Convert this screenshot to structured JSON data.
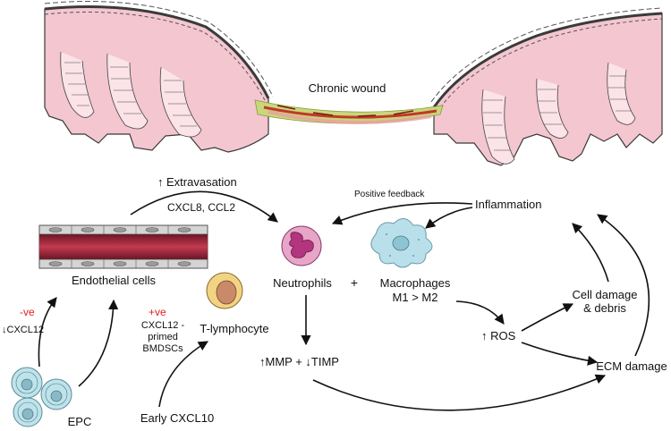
{
  "diagram": {
    "wound_label": "Chronic wound",
    "extravasation": {
      "arrow": "↑",
      "text": "Extravasation"
    },
    "chemokines": "CXCL8, CCL2",
    "positive_feedback": "Positive feedback",
    "inflammation": "Inflammation",
    "endothelial": "Endothelial cells",
    "neutrophils": "Neutrophils",
    "plus": "+",
    "macrophages": "Macrophages",
    "macrophage_ratio": "M1 > M2",
    "neg_mark": "-ve",
    "cxcl12_down": "↓CXCL12",
    "pos_mark": "+ve",
    "primed_line1": "CXCL12 -",
    "primed_line2": "primed",
    "primed_line3": "BMDSCs",
    "t_lymphocyte": "T-lymphocyte",
    "mmp_timp": "↑MMP + ↓TIMP",
    "ros": "↑ ROS",
    "cell_damage_line1": "Cell damage",
    "cell_damage_line2": "& debris",
    "ecm_damage": "ECM damage",
    "epc": "EPC",
    "early_cxcl10": "Early CXCL10"
  },
  "colors": {
    "skin_pink": "#f3c6d0",
    "epidermis_outline": "#3a3a3a",
    "wound_green": "#c8d77a",
    "wound_red": "#c0392b",
    "vessel_red": "#a8283c",
    "vessel_wall": "#c9c9c9",
    "negative_red": "#e02020",
    "neutrophil": "#e7a6c8",
    "neutrophil_nucleus": "#b3347f",
    "macrophage": "#b9e0ea",
    "lymphocyte": "#f1d383",
    "lymphocyte_nucleus": "#c98a6a",
    "epc": "#bfe3ea"
  }
}
